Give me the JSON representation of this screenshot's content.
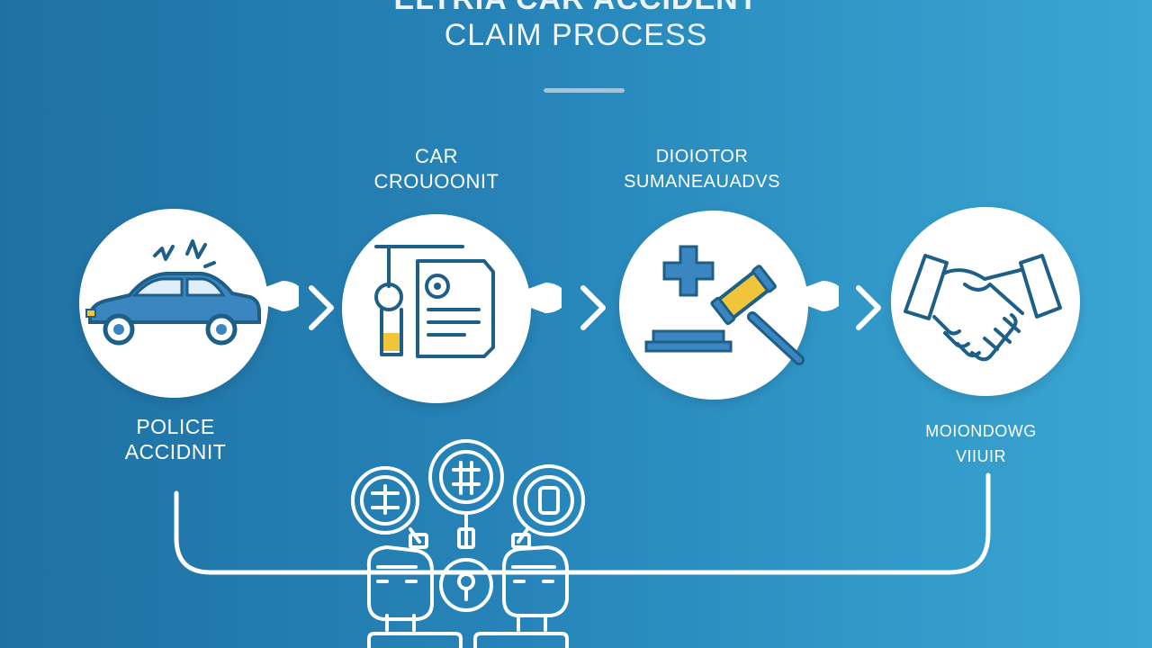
{
  "title": {
    "line1": "ELTRIA CAR ACCIDENT",
    "line2": "CLAIM PROCESS"
  },
  "steps": [
    {
      "label": "POLICE\nACCIDNIT",
      "icon": "car-crash-icon"
    },
    {
      "label": "CAR\nCROUOONIT",
      "icon": "document-report-icon"
    },
    {
      "label": "DIOIOTOR\nSUMANEAUADVS",
      "icon": "medical-gavel-icon"
    },
    {
      "label": "MOIONDOWG\nVIIUIR",
      "icon": "handshake-icon"
    }
  ],
  "bottom_graphic": {
    "icon": "network-hub-icon"
  },
  "colors": {
    "bg_start": "#1f71a3",
    "bg_end": "#3aa5d2",
    "icon_stroke": "#1d5f86",
    "icon_fill_blue": "#3b86c0",
    "icon_fill_yellow": "#f0c53a"
  }
}
